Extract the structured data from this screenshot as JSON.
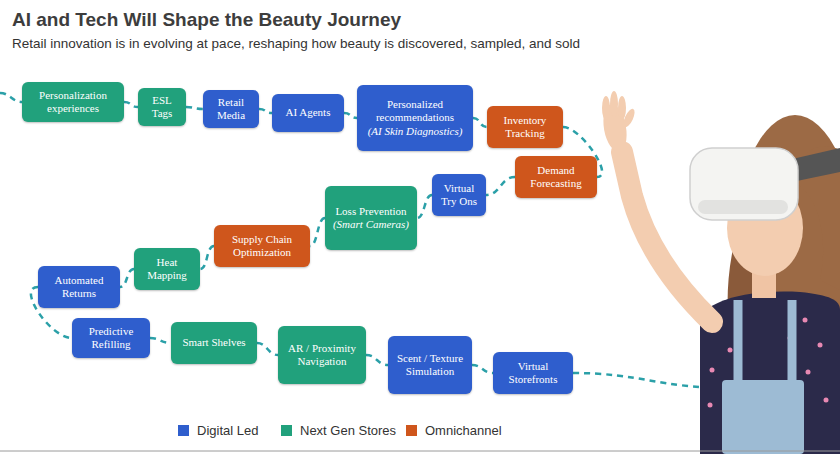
{
  "diagram": {
    "title": "AI and Tech Will Shape the Beauty Journey",
    "caption": "Retail innovation is in evolving at pace, reshaping how beauty is discovered, sampled, and sold",
    "nodes": [
      {
        "text": [
          "Personalization experiences"
        ]
      },
      {
        "text": [
          "ESL Tags"
        ]
      },
      {
        "text": [
          "Retail Media"
        ]
      },
      {
        "text": [
          "AI Agents"
        ]
      },
      {
        "text": [
          "Personalized recommendations",
          "(AI Skin Diagnostics)"
        ]
      },
      {
        "text": [
          "Inventory Tracking"
        ]
      },
      {
        "text": [
          "Demand Forecasting"
        ]
      },
      {
        "text": [
          "Virtual Try Ons"
        ]
      },
      {
        "text": [
          "Loss Prevention",
          "(Smart Cameras)"
        ]
      },
      {
        "text": [
          "Supply Chain Optimization"
        ]
      },
      {
        "text": [
          "Heat Mapping"
        ]
      },
      {
        "text": [
          "Automated Returns"
        ]
      },
      {
        "text": [
          "Predictive Refilling"
        ]
      },
      {
        "text": [
          "Smart Shelves"
        ]
      },
      {
        "text": [
          "AR / Proximity Navigation"
        ]
      },
      {
        "text": [
          "Scent / Texture Simulation"
        ]
      },
      {
        "text": [
          "Virtual Storefronts"
        ]
      }
    ],
    "edges": [
      {
        "from": 0,
        "to": 1,
        "arrow": "none"
      },
      {
        "from": 1,
        "to": 2,
        "arrow": "none"
      },
      {
        "from": 2,
        "to": 3,
        "arrow": "none"
      },
      {
        "from": 3,
        "to": 4,
        "arrow": "none"
      },
      {
        "from": 4,
        "to": 5,
        "arrow": "none"
      },
      {
        "from": 5,
        "to": 6,
        "arrow": "none"
      },
      {
        "from": 6,
        "to": 7,
        "arrow": "none"
      },
      {
        "from": 7,
        "to": 8,
        "arrow": "none"
      },
      {
        "from": 8,
        "to": 9,
        "arrow": "none"
      },
      {
        "from": 9,
        "to": 10,
        "arrow": "none"
      },
      {
        "from": 10,
        "to": 11,
        "arrow": "none"
      },
      {
        "from": 11,
        "to": 12,
        "arrow": "none"
      },
      {
        "from": 12,
        "to": 13,
        "arrow": "none"
      },
      {
        "from": 13,
        "to": 14,
        "arrow": "none"
      },
      {
        "from": 14,
        "to": 15,
        "arrow": "none"
      },
      {
        "from": 15,
        "to": 16,
        "arrow": "none"
      }
    ],
    "legend": [
      {
        "text": "Digital Led",
        "color": "#2f5ecd"
      },
      {
        "text": "Next Gen Stores",
        "color": "#21a17c"
      },
      {
        "text": "Omnichannel",
        "color": "#cf561c"
      }
    ]
  }
}
